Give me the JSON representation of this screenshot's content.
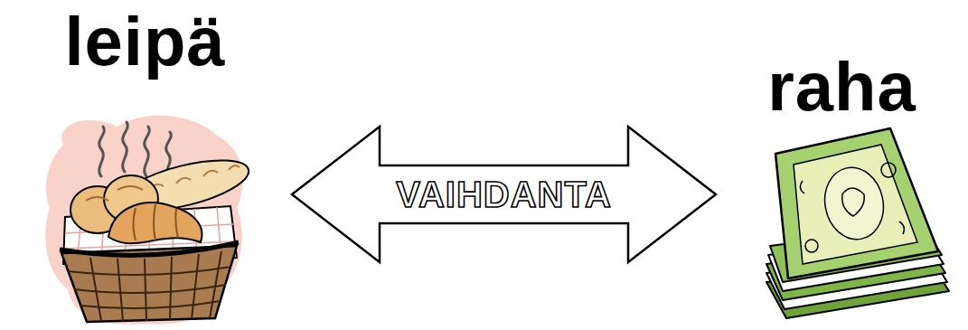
{
  "diagram": {
    "nodes": [
      {
        "text": [
          "leipä"
        ]
      },
      {
        "text": [
          "raha"
        ]
      }
    ],
    "edges": [
      {
        "from": 0,
        "to": 1,
        "label": "VAIHDANTA",
        "arrow": "both"
      }
    ]
  }
}
